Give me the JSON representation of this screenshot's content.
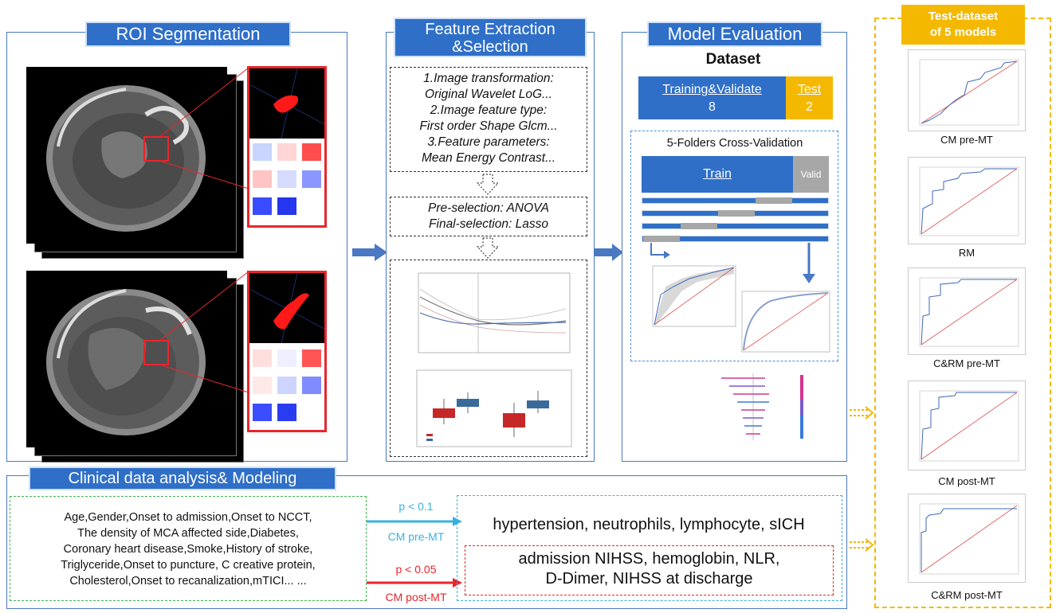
{
  "roi": {
    "title": "ROI Segmentation"
  },
  "feature": {
    "title_line1": "Feature Extraction",
    "title_line2": "&Selection",
    "box1_lines": [
      "1.Image transformation:",
      "Original Wavelet LoG...",
      "2.Image feature type:",
      "First order Shape Glcm...",
      "3.Feature parameters:",
      "Mean Energy Contrast..."
    ],
    "box2_lines": [
      "Pre-selection: ANOVA",
      "Final-selection: Lasso"
    ]
  },
  "model": {
    "title": "Model Evaluation",
    "dataset_label": "Dataset",
    "train_validate_label": "Training&Validate",
    "train_validate_value": "8",
    "test_label": "Test",
    "test_value": "2",
    "cv_label": "5-Folders Cross-Validation",
    "train_label": "Train",
    "valid_label": "Valid"
  },
  "testset": {
    "title_line1": "Test-dataset",
    "title_line2": "of 5 models",
    "models": [
      "CM pre-MT",
      "RM",
      "C&RM pre-MT",
      "CM post-MT",
      "C&RM post-MT"
    ]
  },
  "clinical": {
    "title": "Clinical data analysis& Modeling",
    "variables_lines": [
      "Age,Gender,Onset to admission,Onset to NCCT,",
      "The density of MCA affected side,Diabetes,",
      "Coronary heart disease,Smoke,History of stroke,",
      "Triglyceride,Onset to puncture, C creative protein,",
      "Cholesterol,Onset to recanalization,mTICI... ..."
    ],
    "p1": "p < 0.1",
    "m1": "CM pre-MT",
    "p2": "p < 0.05",
    "m2": "CM post-MT",
    "result1": "hypertension, neutrophils, lymphocyte, sICH",
    "result2_line1": "admission NIHSS, hemoglobin, NLR,",
    "result2_line2": "D-Dimer, NIHSS at discharge"
  },
  "colors": {
    "blue": "#2f6fc8",
    "gold": "#f5b800",
    "red": "#e8262b",
    "cyan": "#3ab0e0",
    "green": "#3cb54a",
    "dashed_blue": "#4a8fd8"
  }
}
